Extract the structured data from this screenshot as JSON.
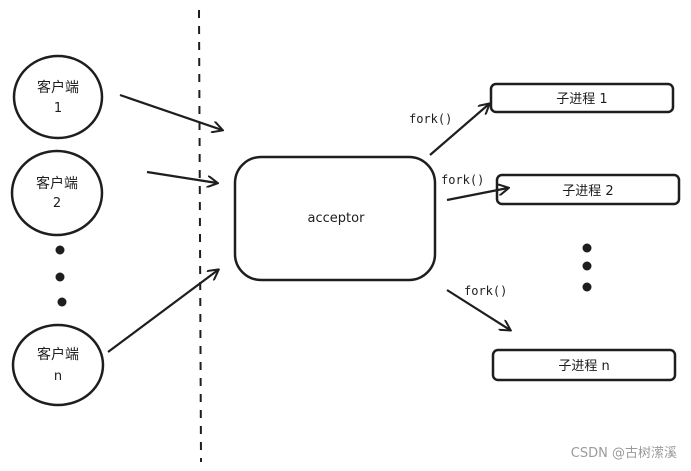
{
  "clients": [
    {
      "line1": "客户端",
      "line2": "1"
    },
    {
      "line1": "客户端",
      "line2": "2"
    },
    {
      "line1": "客户端",
      "line2": "n"
    }
  ],
  "acceptor_label": "acceptor",
  "children": [
    {
      "label": "子进程 1"
    },
    {
      "label": "子进程 2"
    },
    {
      "label": "子进程 n"
    }
  ],
  "fork_labels": [
    "fork()",
    "fork()",
    "fork()"
  ],
  "watermark": "CSDN @古树潆溪",
  "colors": {
    "stroke": "#1e1e1e",
    "background": "#ffffff",
    "watermark": "#9a9a9a"
  }
}
